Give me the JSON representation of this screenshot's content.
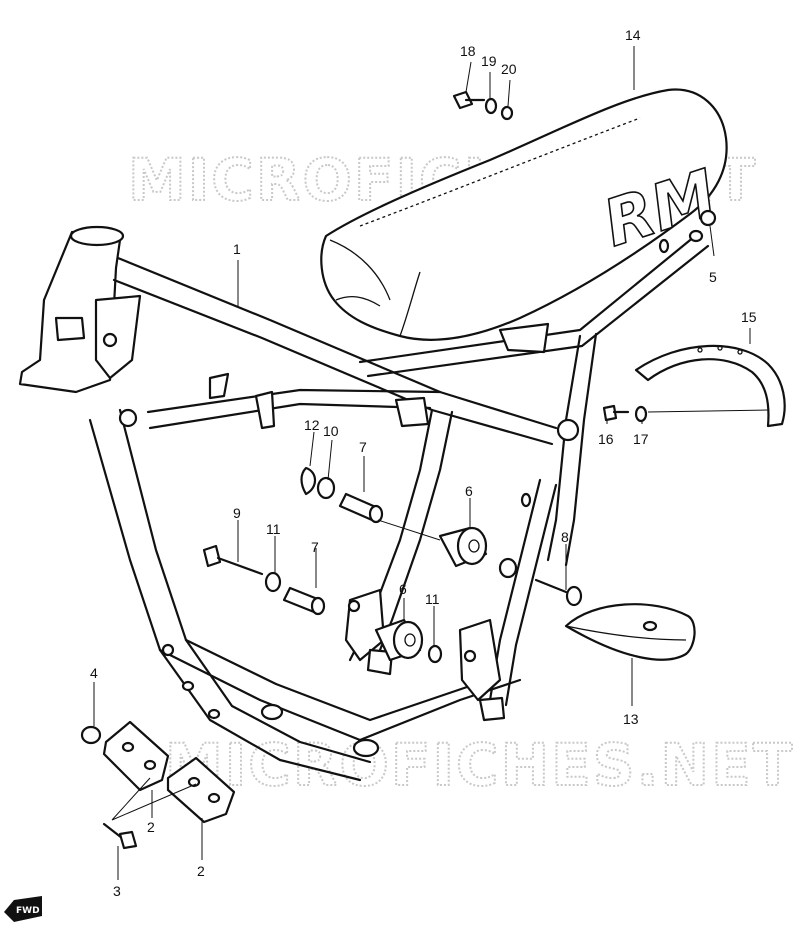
{
  "watermark": "MICROFICHES.NET",
  "seat_logo": "RM",
  "direction_badge": "FWD",
  "callouts": [
    "1",
    "2",
    "2",
    "3",
    "4",
    "5",
    "6",
    "6",
    "7",
    "7",
    "8",
    "9",
    "10",
    "11",
    "11",
    "12",
    "13",
    "14",
    "15",
    "16",
    "17",
    "18",
    "19",
    "20"
  ]
}
